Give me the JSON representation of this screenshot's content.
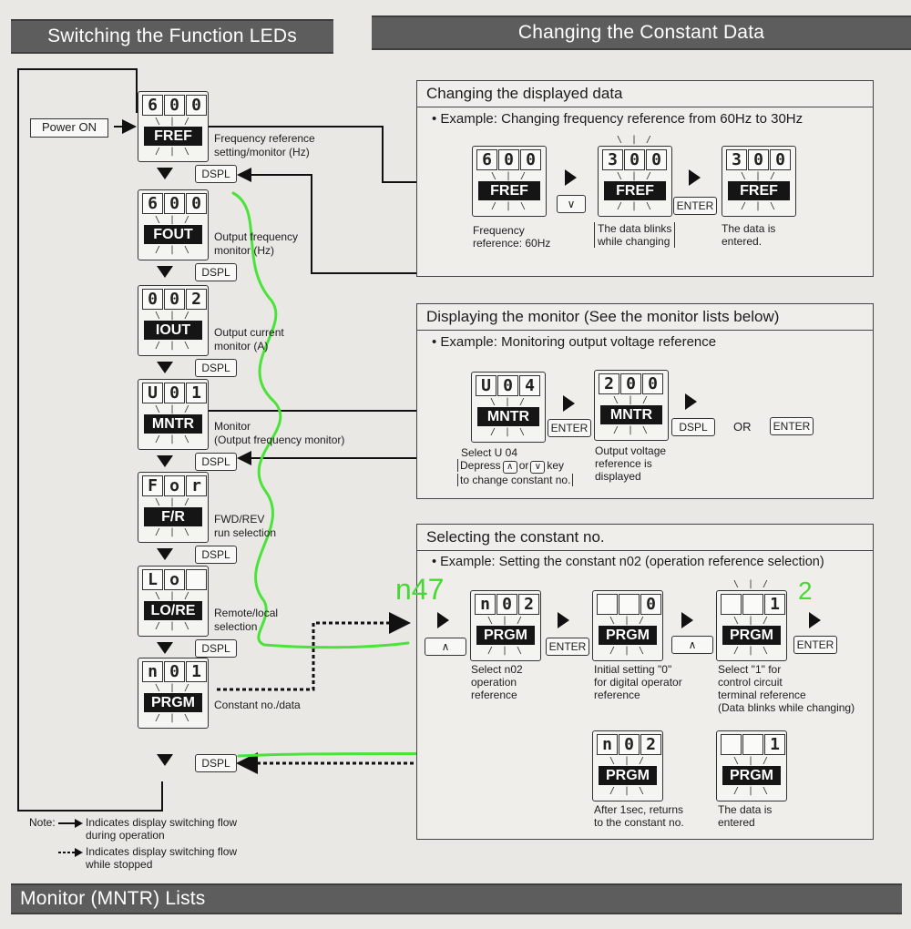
{
  "headers": {
    "left": "Switching the Function LEDs",
    "right": "Changing the Constant Data",
    "bottom": "Monitor (MNTR) Lists"
  },
  "power_on": "Power ON",
  "dspl": "DSPL",
  "enter": "ENTER",
  "or": "OR",
  "up_key": "∧",
  "down_key": "∨",
  "left_units": [
    {
      "digits": [
        "6",
        "0",
        "0"
      ],
      "label": "FREF",
      "desc1": "Frequency reference",
      "desc2": "setting/monitor (Hz)"
    },
    {
      "digits": [
        "6",
        "0",
        "0"
      ],
      "label": "FOUT",
      "desc1": "Output frequency",
      "desc2": "monitor (Hz)"
    },
    {
      "digits": [
        "0",
        "0",
        "2"
      ],
      "label": "IOUT",
      "desc1": "Output current",
      "desc2": "monitor (A)"
    },
    {
      "digits": [
        "U",
        "0",
        "1"
      ],
      "label": "MNTR",
      "desc1": "Monitor",
      "desc2": "(Output frequency monitor)"
    },
    {
      "digits": [
        "F",
        "o",
        "r"
      ],
      "label": "F/R",
      "desc1": "FWD/REV",
      "desc2": "run selection"
    },
    {
      "digits": [
        "L",
        "o",
        ""
      ],
      "label": "LO/RE",
      "desc1": "Remote/local",
      "desc2": "selection"
    },
    {
      "digits": [
        "n",
        "0",
        "1"
      ],
      "label": "PRGM",
      "desc1": "Constant no./data",
      "desc2": ""
    }
  ],
  "panel1": {
    "title": "Changing the displayed data",
    "example": "• Example: Changing frequency reference from 60Hz to 30Hz",
    "u1": {
      "digits": [
        "6",
        "0",
        "0"
      ],
      "label": "FREF"
    },
    "u2": {
      "digits": [
        "3",
        "0",
        "0"
      ],
      "label": "FREF"
    },
    "u3": {
      "digits": [
        "3",
        "0",
        "0"
      ],
      "label": "FREF"
    },
    "c1a": "Frequency",
    "c1b": "reference: 60Hz",
    "c2a": "The data blinks",
    "c2b": "while changing",
    "c3a": "The data is",
    "c3b": "entered."
  },
  "panel2": {
    "title": "Displaying the monitor (See the monitor lists below)",
    "example": "• Example: Monitoring output voltage reference",
    "u1": {
      "digits": [
        "U",
        "0",
        "4"
      ],
      "label": "MNTR"
    },
    "u2": {
      "digits": [
        "2",
        "0",
        "0"
      ],
      "label": "MNTR"
    },
    "c1a": "Select U 04",
    "c1b": "Depress",
    "c1c": "or",
    "c1d": "key",
    "c1e": "to change constant no.",
    "c2a": "Output voltage",
    "c2b": "reference is",
    "c2c": "displayed"
  },
  "panel3": {
    "title": "Selecting the constant no.",
    "example": "• Example: Setting the constant n02 (operation reference selection)",
    "u1": {
      "digits": [
        "n",
        "0",
        "2"
      ],
      "label": "PRGM"
    },
    "u2": {
      "digits": [
        "",
        "",
        "0"
      ],
      "label": "PRGM"
    },
    "u3": {
      "digits": [
        "",
        "",
        "1"
      ],
      "label": "PRGM"
    },
    "u4": {
      "digits": [
        "n",
        "0",
        "2"
      ],
      "label": "PRGM"
    },
    "u5": {
      "digits": [
        "",
        "",
        "1"
      ],
      "label": "PRGM"
    },
    "c1a": "Select n02",
    "c1b": "operation",
    "c1c": "reference",
    "c2a": "Initial setting \"0\"",
    "c2b": "for digital operator",
    "c2c": "reference",
    "c3a": "Select \"1\" for",
    "c3b": "control circuit",
    "c3c": "terminal reference",
    "c3d": "(Data blinks while changing)",
    "c4a": "After 1sec, returns",
    "c4b": "to the constant no.",
    "c5a": "The data is",
    "c5b": "entered"
  },
  "annotations": {
    "n47": "n47",
    "two": "2"
  },
  "note": {
    "label": "Note:",
    "l1a": "Indicates display switching flow",
    "l1b": "during operation",
    "l2a": "Indicates display switching flow",
    "l2b": "while stopped"
  }
}
